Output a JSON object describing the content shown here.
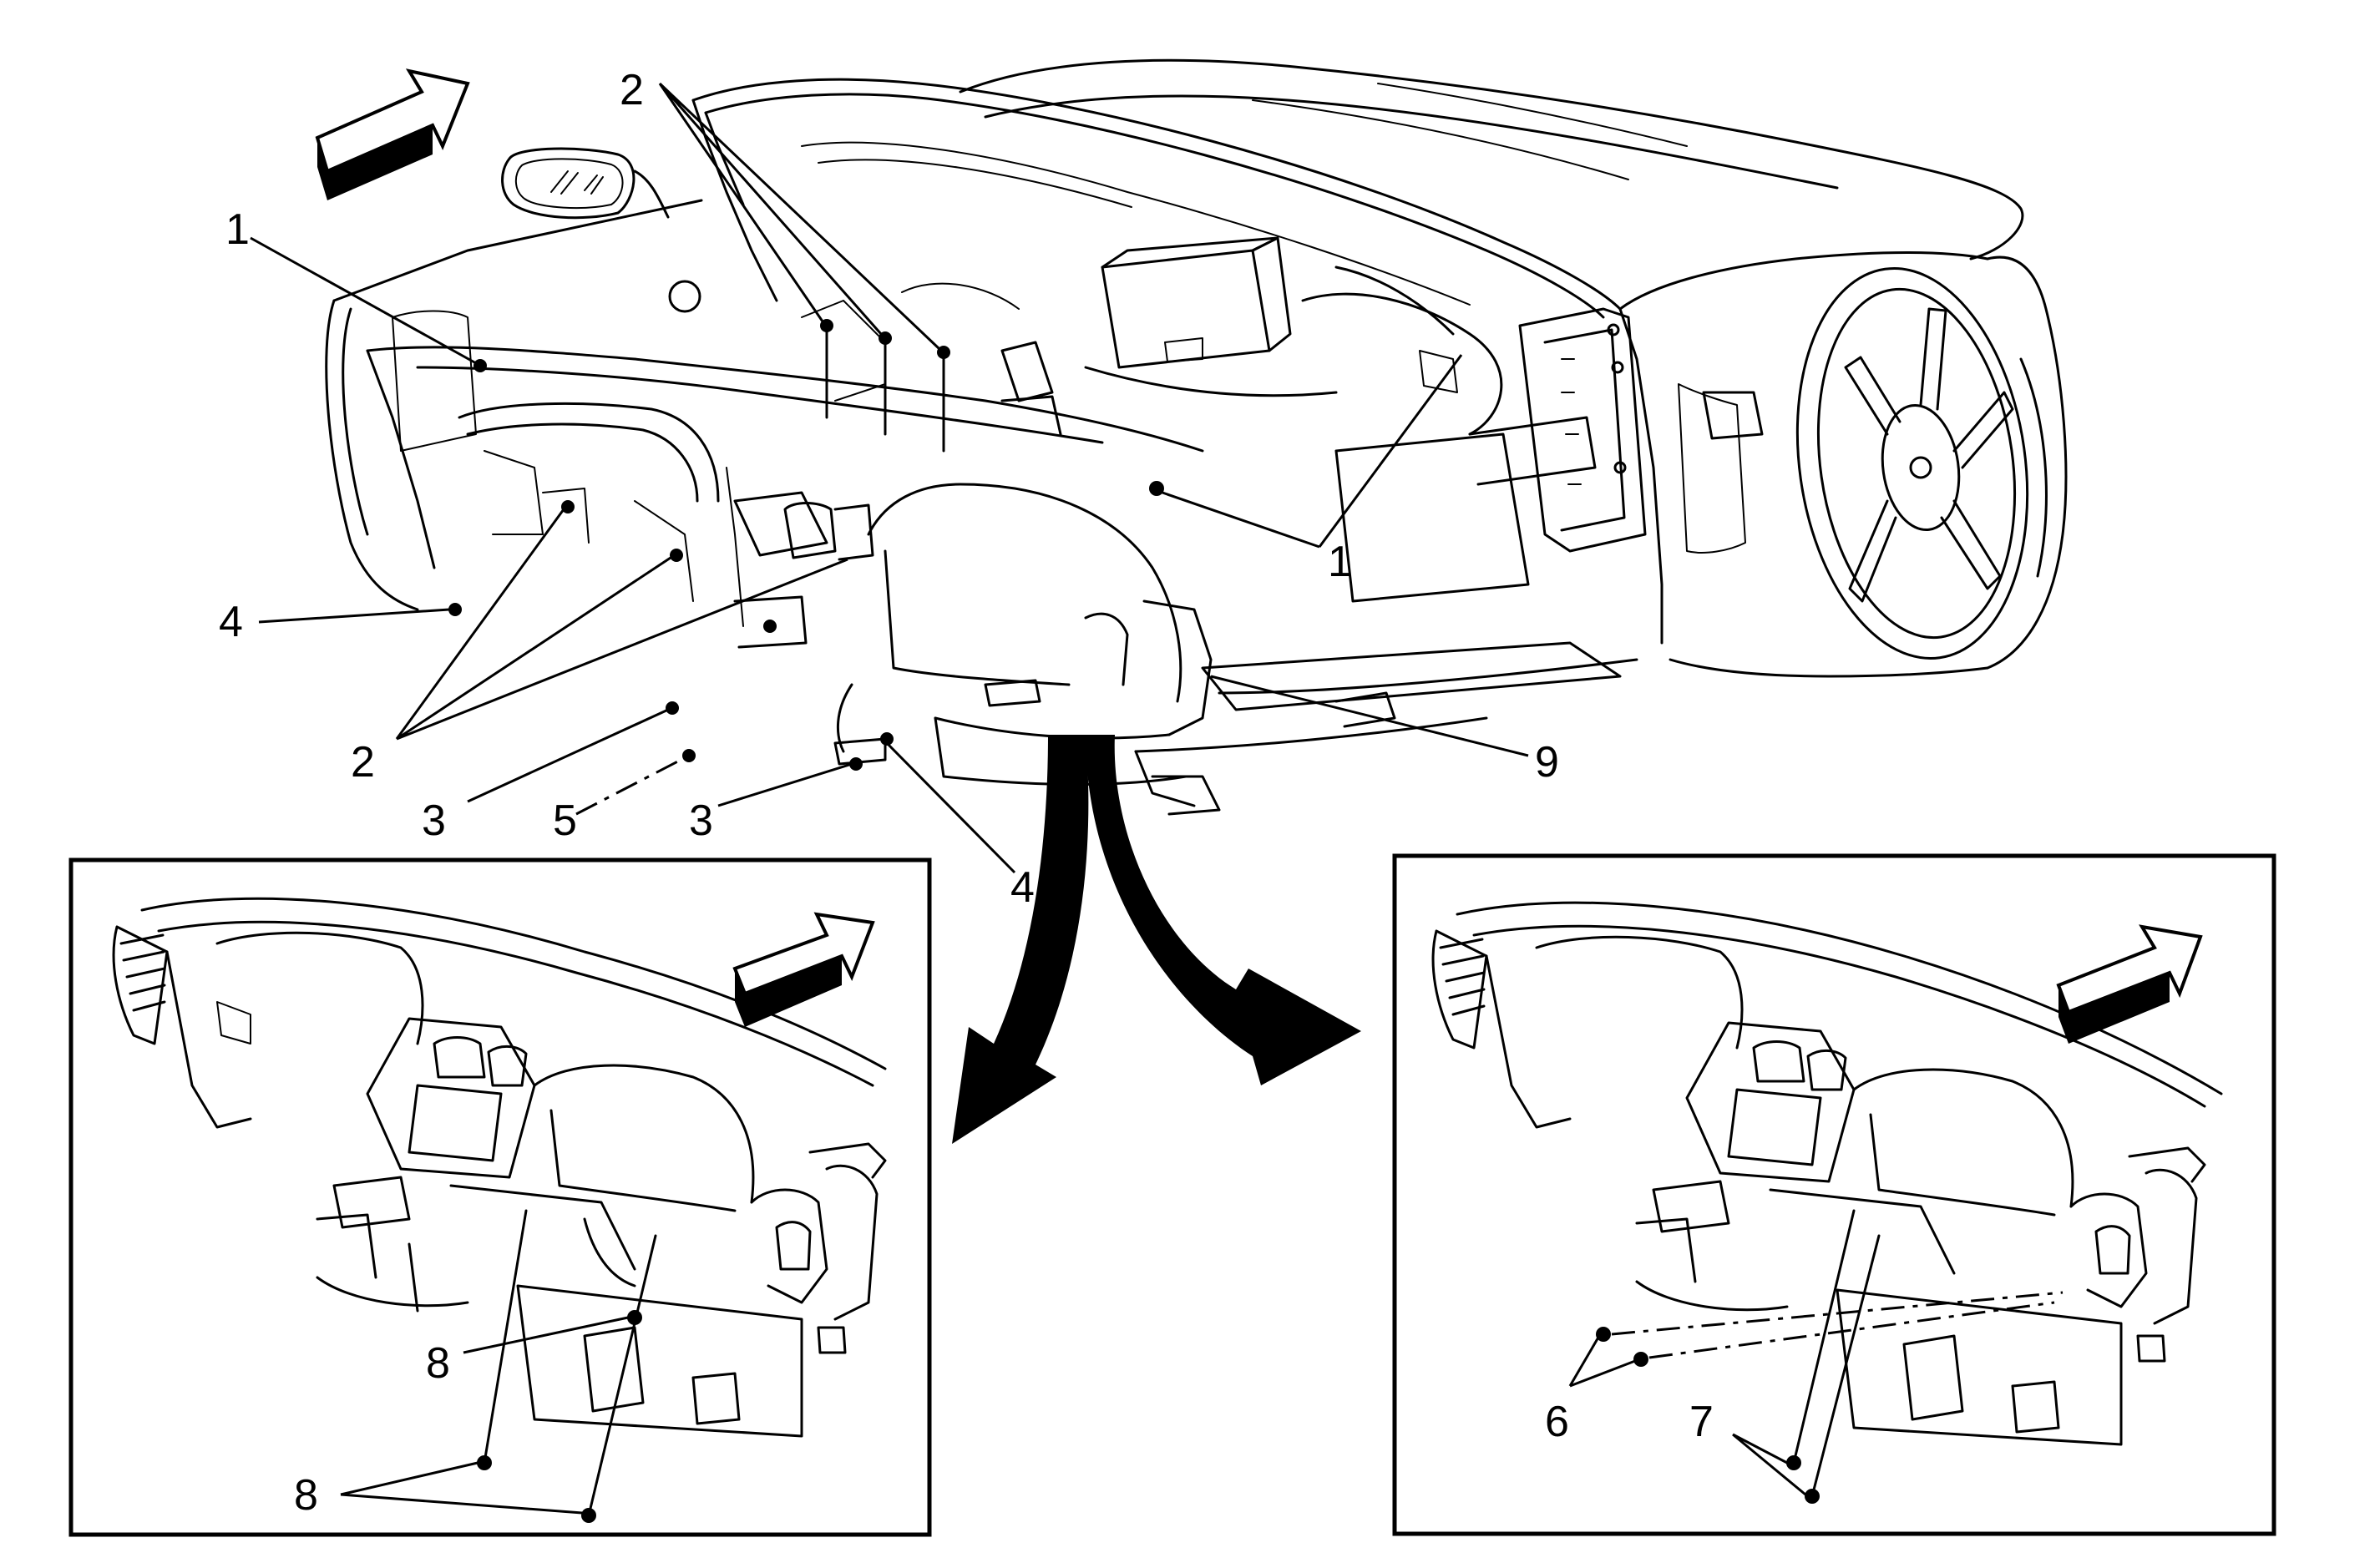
{
  "callouts": {
    "main": {
      "c1_left": "1",
      "c2_top": "2",
      "c1_right": "1",
      "c4_left": "4",
      "c2_bottom": "2",
      "c9": "9",
      "c3_left": "3",
      "c5": "5",
      "c3_right": "3",
      "c4_bottom": "4"
    },
    "left_inset": {
      "c8_upper": "8",
      "c8_lower": "8"
    },
    "right_inset": {
      "c6": "6",
      "c7": "7"
    }
  },
  "colors": {
    "line": "#000000",
    "background": "#ffffff"
  }
}
